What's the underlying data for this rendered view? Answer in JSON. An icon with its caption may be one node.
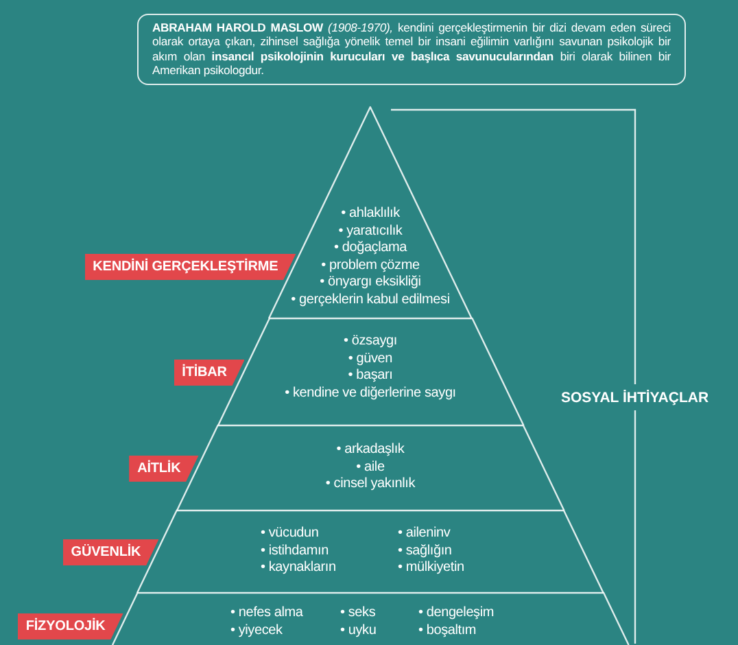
{
  "diagram": {
    "nodes": [
      {
        "text": [
          "**ABRAHAM HAROLD MASLOW** *(1908-1970),* kendini gerçekleştirmenin bir dizi devam eden süreci olarak ortaya çıkan, zihinsel sağlığa yönelik temel bir insani eğilimin varlığını savunan psikolojik bir akım olan **insancıl psikolojinin kurucuları ve başlıca savunucularından** biri olarak bilinen bir Amerikan psikologdur."
        ]
      },
      {
        "text": [
          "KENDİNİ GERÇEKLEŞTİRME"
        ]
      },
      {
        "text": [
          "• ahlaklılık",
          "• yaratıcılık",
          "• doğaçlama",
          "• problem çözme",
          "• önyargı eksikliği",
          "• gerçeklerin kabul edilmesi"
        ]
      },
      {
        "text": [
          "İTİBAR"
        ]
      },
      {
        "text": [
          "• özsaygı",
          "• güven",
          "• başarı",
          "• kendine ve diğerlerine saygı"
        ]
      },
      {
        "text": [
          "AİTLİK"
        ]
      },
      {
        "text": [
          "• arkadaşlık",
          "• aile",
          "• cinsel yakınlık"
        ]
      },
      {
        "text": [
          "GÜVENLİK"
        ]
      },
      {
        "text": [
          "• vücudun",
          "• istihdamın",
          "• kaynakların",
          "• aileninv",
          "• sağlığın",
          "• mülkiyetin"
        ]
      },
      {
        "text": [
          "FİZYOLOJİK"
        ]
      },
      {
        "text": [
          "• nefes alma",
          "• yiyecek",
          "• seks",
          "• uyku",
          "• dengeleşim",
          "• boşaltım"
        ]
      }
    ],
    "labels": [
      "SOSYAL İHTİYAÇLAR"
    ]
  }
}
